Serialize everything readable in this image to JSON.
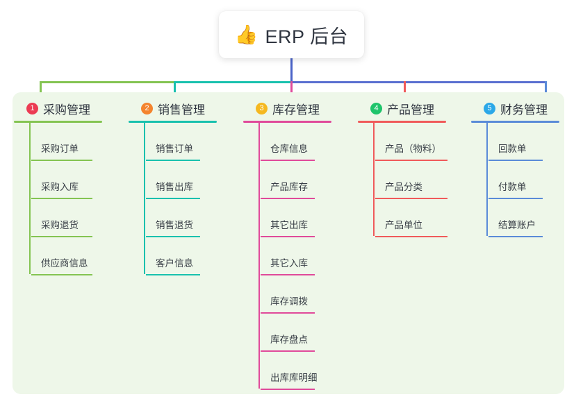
{
  "diagram": {
    "type": "mindmap",
    "root": {
      "icon": "thumbs-up-emoji",
      "icon_glyph": "👍",
      "title": "ERP 后台"
    },
    "palette": {
      "panel_bg": "#eef7e9",
      "page_bg": "#ffffff",
      "stem": "#4a63c8",
      "trunk_left": "#84c452",
      "trunk_mid": "#19c1ae",
      "trunk_right": "#5a6fd0",
      "text": "#2f3540",
      "leaf_text": "#3a4048"
    },
    "branches": [
      {
        "number": "1",
        "title": "采购管理",
        "badge_color": "#ec3b53",
        "line_color": "#84c452",
        "items": [
          "采购订单",
          "采购入库",
          "采购退货",
          "供应商信息"
        ]
      },
      {
        "number": "2",
        "title": "销售管理",
        "badge_color": "#f4842e",
        "line_color": "#19c1ae",
        "items": [
          "销售订单",
          "销售出库",
          "销售退货",
          "客户信息"
        ]
      },
      {
        "number": "3",
        "title": "库存管理",
        "badge_color": "#f5b820",
        "line_color": "#e04a9a",
        "items": [
          "仓库信息",
          "产品库存",
          "其它出库",
          "其它入库",
          "库存调拨",
          "库存盘点",
          "出库库明细"
        ]
      },
      {
        "number": "4",
        "title": "产品管理",
        "badge_color": "#1fc46b",
        "line_color": "#f05a5a",
        "items": [
          "产品（物料）",
          "产品分类",
          "产品单位"
        ]
      },
      {
        "number": "5",
        "title": "财务管理",
        "badge_color": "#2ba8e8",
        "line_color": "#5a8bd8",
        "items": [
          "回款单",
          "付款单",
          "结算账户"
        ]
      }
    ]
  }
}
